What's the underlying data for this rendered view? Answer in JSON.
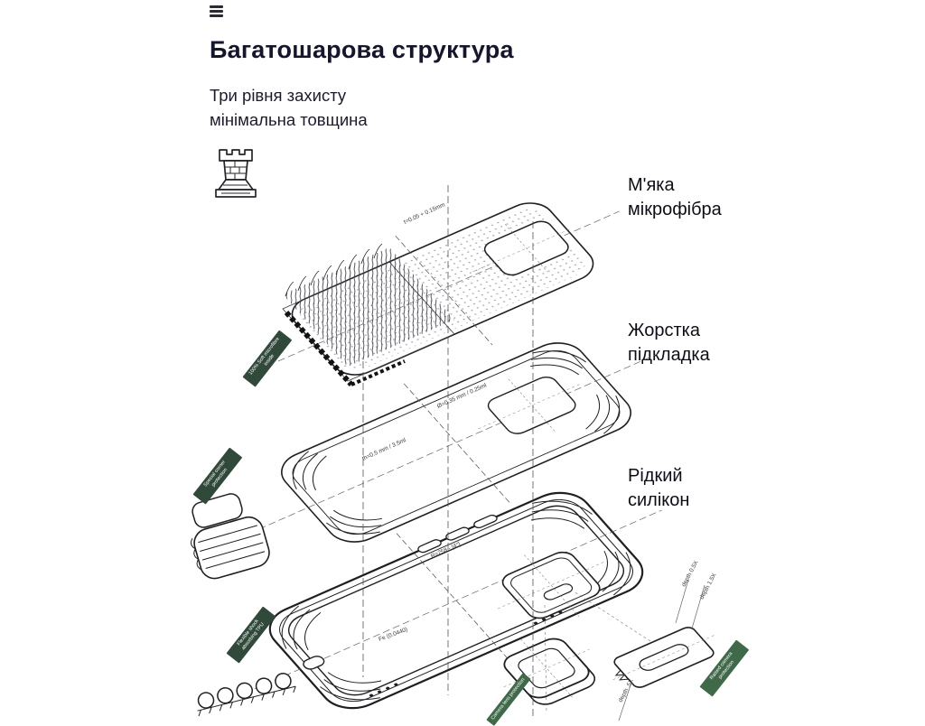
{
  "theme": {
    "background": "#ffffff",
    "ink": "#1f1f23",
    "title_color": "#15152c",
    "tag_background": "#31493a",
    "tag_background_bright": "#40694a",
    "tag_text": "#ffffff"
  },
  "header": {
    "title": "Багатошарова структура",
    "subtitle_line1": "Три рівня захисту",
    "subtitle_line2": "мінімальна товщина"
  },
  "icons": {
    "menu": "hamburger-menu",
    "tower": "castle-tower"
  },
  "layer_labels": {
    "microfiber_line1": "М'яка",
    "microfiber_line2": "мікрофібра",
    "lining_line1": "Жорстка",
    "lining_line2": "підкладка",
    "silicone_line1": "Рідкий",
    "silicone_line2": "силікон"
  },
  "annotations": {
    "thickness_top": "t=0.05 + 0.15mm",
    "volume_mid": "Ø=0.35 mm / 0.25ml",
    "thickness_mid": "th=0.5 mm / 3.5ml",
    "radius_bottom": "R=258 - [4°]",
    "material_bottom": "Fe (0.0440)",
    "depth_a": "depth 0.5X",
    "depth_b": "depth 1.5X",
    "depth_c": "depth .5X"
  },
  "tags": {
    "microfiber": "100% Soft microfibre inside",
    "corner": "Special corner protection",
    "tpu": "Flexible shock absorbing TPU",
    "camera_bezel": "Raised camera protection",
    "camera_lens": "Camera lens protection"
  }
}
